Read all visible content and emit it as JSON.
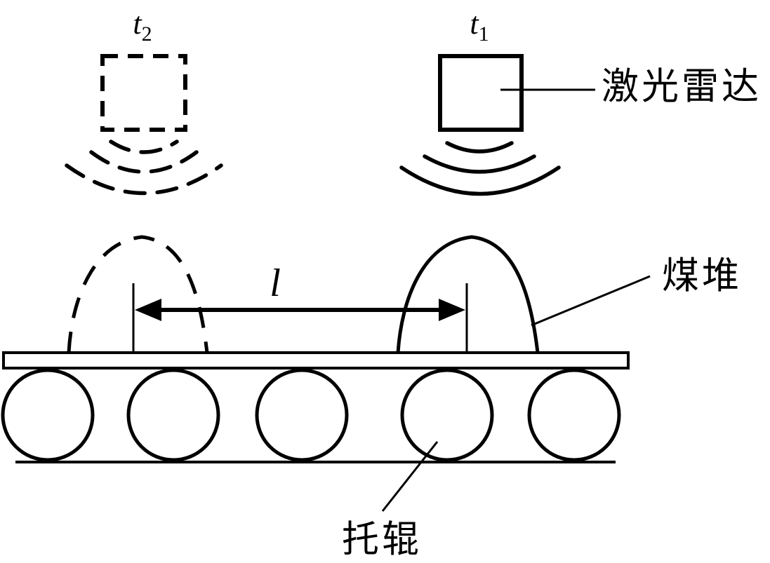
{
  "figure": {
    "background_color": "#ffffff",
    "line_color": "#000000",
    "time_markers": {
      "t2": {
        "base": "t",
        "sub": "2"
      },
      "t1": {
        "base": "t",
        "sub": "1"
      }
    },
    "distance_label": "l",
    "labels": {
      "lidar": "激光雷达",
      "coal_pile": "煤堆",
      "roller": "托辊"
    }
  }
}
